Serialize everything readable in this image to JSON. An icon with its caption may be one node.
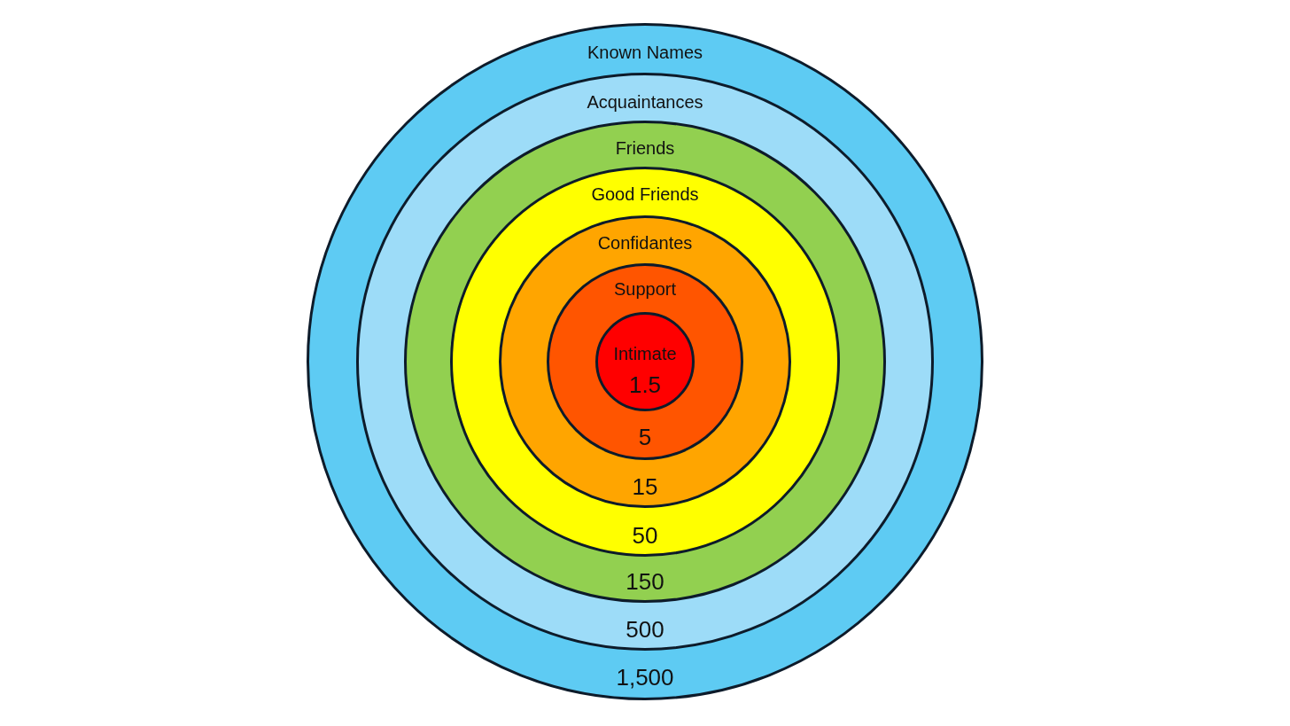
{
  "diagram": {
    "nodes": [
      {
        "text": [
          "Known Names",
          "1,500"
        ]
      },
      {
        "text": [
          "Acquaintances",
          "500"
        ],
        "in": 0
      },
      {
        "text": [
          "Friends",
          "150"
        ],
        "in": 1
      },
      {
        "text": [
          "Good Friends",
          "50"
        ],
        "in": 2
      },
      {
        "text": [
          "Confidantes",
          "15"
        ],
        "in": 3
      },
      {
        "text": [
          "Support",
          "5"
        ],
        "in": 4
      },
      {
        "text": [
          "Intimate",
          "1.5"
        ],
        "in": 5
      }
    ]
  }
}
